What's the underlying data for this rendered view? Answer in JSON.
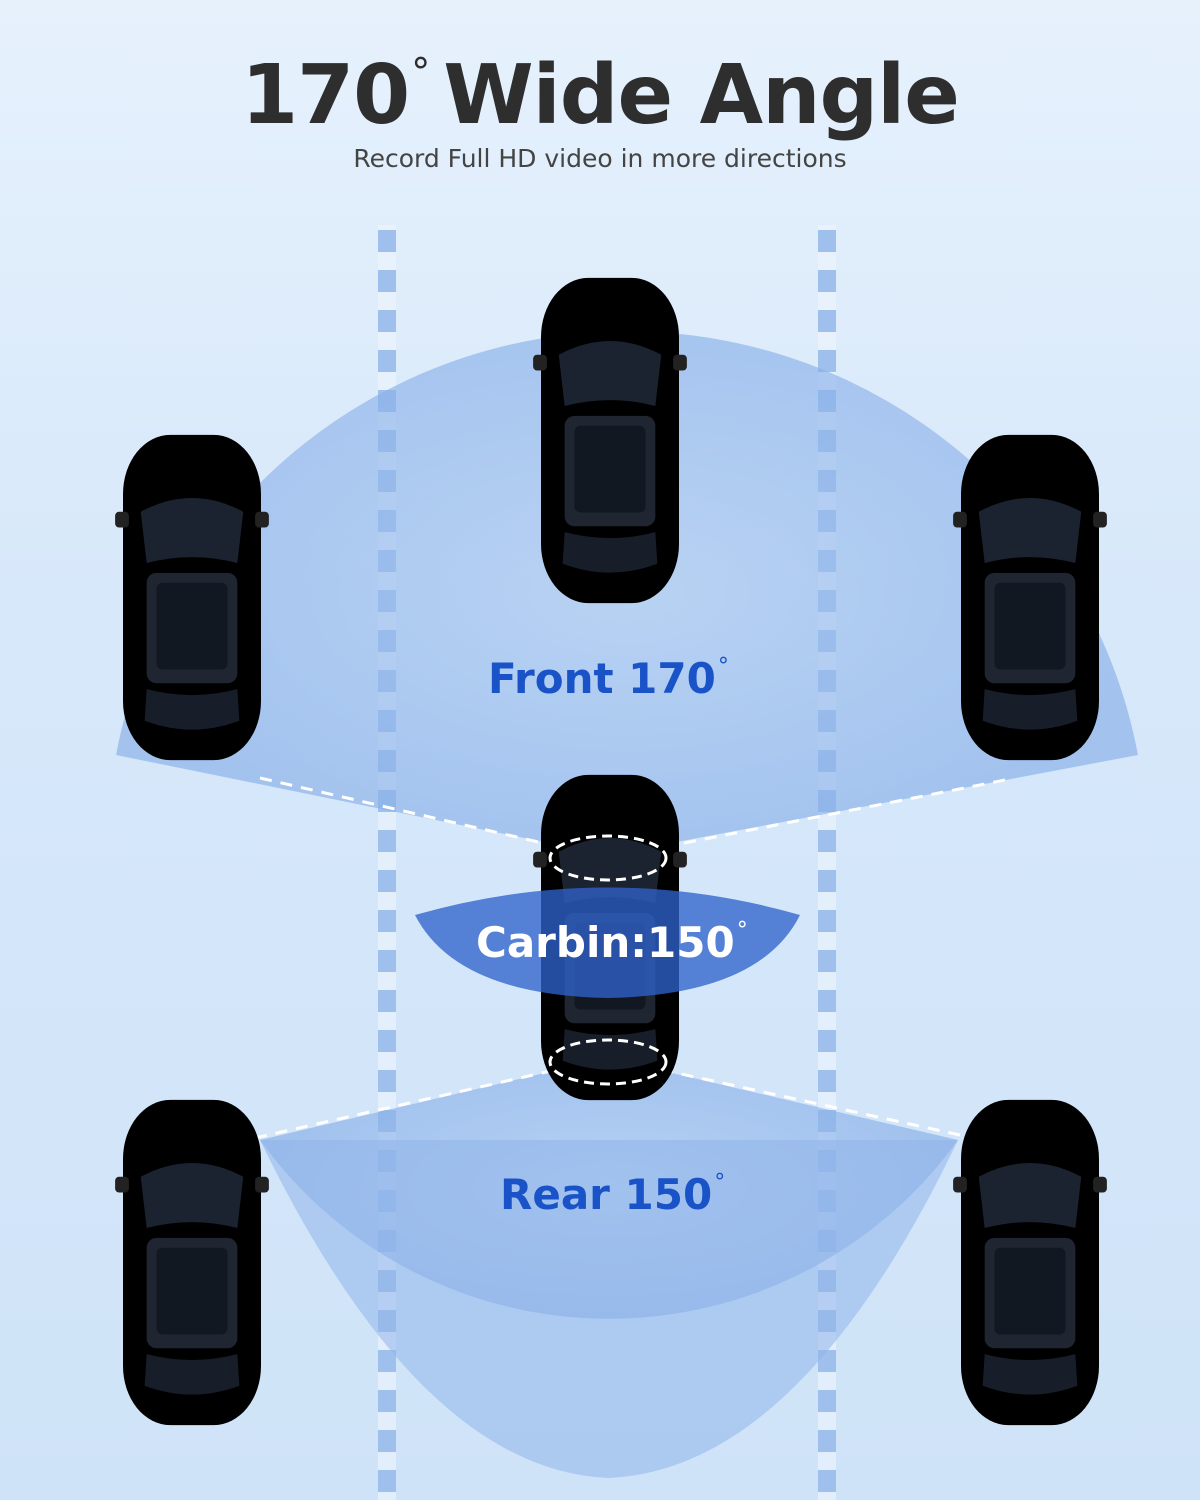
{
  "header": {
    "title_value": "170",
    "title_degree": "°",
    "title_rest": "Wide Angle",
    "subtitle": "Record Full HD video in more directions"
  },
  "zones": {
    "front": {
      "label": "Front 170",
      "degree": "°"
    },
    "cabin": {
      "label": "Carbin:150",
      "degree": "°"
    },
    "rear": {
      "label": "Rear 150",
      "degree": "°"
    }
  },
  "colors": {
    "background": "#dce9f8",
    "lane_marking": "#9fc0ec",
    "coverage_zone": "#7fa9e6",
    "cabin_zone": "#2f63cc",
    "label_blue": "#1a53c8",
    "car_green": "#3fa05a",
    "car_white": "#dcdcdc",
    "car_blue": "#2d7fd0",
    "car_gray": "#8c8c8c"
  }
}
